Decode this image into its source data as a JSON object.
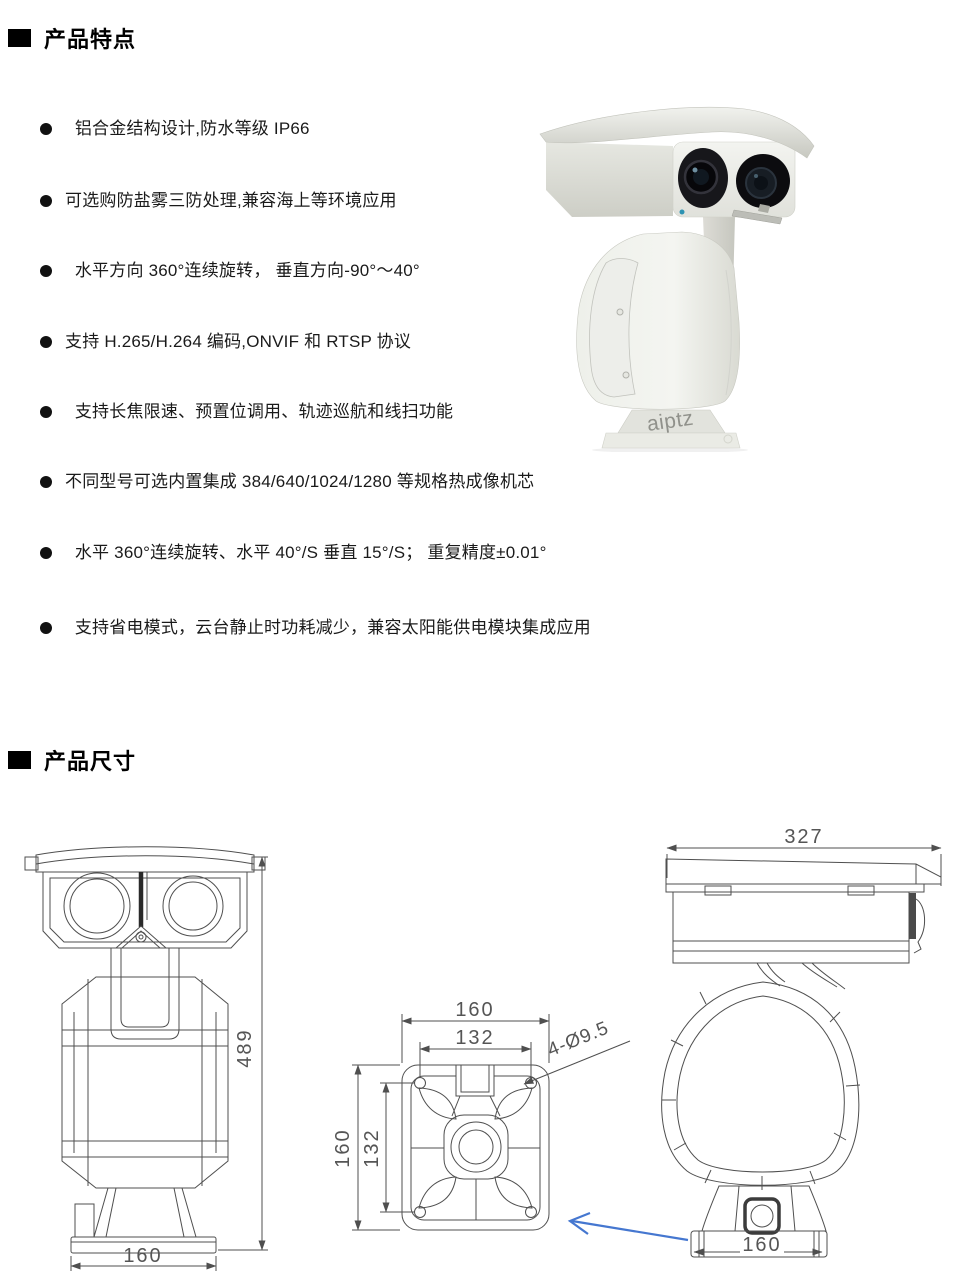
{
  "page": {
    "background": "#ffffff"
  },
  "sections": {
    "features": {
      "title": "产品特点"
    },
    "dimensions": {
      "title": "产品尺寸"
    }
  },
  "features": [
    "  铝合金结构设计,防水等级 IP66",
    "可选购防盐雾三防处理,兼容海上等环境应用",
    "  水平方向 360°连续旋转， 垂直方向-90°～40°",
    "支持 H.265/H.264 编码,ONVIF 和 RTSP 协议",
    "  支持长焦限速、预置位调用、轨迹巡航和线扫功能",
    "不同型号可选内置集成 384/640/1024/1280 等规格热成像机芯",
    "  水平 360°连续旋转、水平 40°/S 垂直 15°/S； 重复精度±0.01°",
    "  支持省电模式，云台静止时功耗减少，兼容太阳能供电模块集成应用"
  ],
  "photo": {
    "logo": "aiptz"
  },
  "drawings": {
    "front_view": {
      "height_mm": "489",
      "base_width_mm": "160"
    },
    "bottom_view": {
      "width_mm": "160",
      "hole_spacing_w_mm": "132",
      "height_mm": "160",
      "hole_spacing_h_mm": "132",
      "hole_callout": "4-Ø9.5"
    },
    "side_view": {
      "length_mm": "327",
      "base_width_mm": "160"
    }
  },
  "icons": {
    "section_marker": "black-square",
    "bullet": "filled-circle",
    "pointer": "blue-arrow-left"
  },
  "colors": {
    "arrow_accent": "#4577d0",
    "drawing_line": "#4f4f4f",
    "heading_text": "#000000",
    "body_text": "#1a1a1a"
  }
}
